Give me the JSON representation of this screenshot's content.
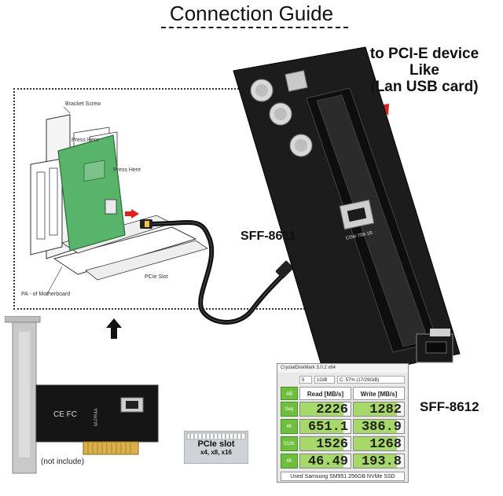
{
  "title": "Connection Guide",
  "labels": {
    "to_device_lines": [
      "to PCI-E device",
      "Like",
      "(Lan USB card)"
    ],
    "sff8611": "SFF-8611",
    "sff8612": "SFF-8612",
    "not_include": "(not include)",
    "pcie_slot": "PCIe slot",
    "pcie_lanes": "x4, x8, x16"
  },
  "illustration": {
    "bracket_screw": "Bracket Screw",
    "press_here_1": "Press Here",
    "press_here_2": "Press Here",
    "pcie_slot": "PCIe Slot",
    "motherboard": "PA - of Motherboard"
  },
  "riser": {
    "connector_marking": "C0W-708-1B"
  },
  "card": {
    "marking": "M-PR4A",
    "cert": "CE FC"
  },
  "benchmark": {
    "window_title": "CrystalDiskMark 3.0.2 x64",
    "all_button": "All",
    "count": "5",
    "size": "1GiB",
    "drive": "C: 57% (17/29GiB)",
    "read_header": "Read [MB/s]",
    "write_header": "Write [MB/s]",
    "rows": [
      {
        "label": "Seq",
        "read": "2226",
        "write": "1282"
      },
      {
        "label": "4K QD32",
        "read": "651.1",
        "write": "386.9"
      },
      {
        "label": "512K",
        "read": "1526",
        "write": "1268"
      },
      {
        "label": "4K",
        "read": "46.49",
        "write": "193.8"
      }
    ],
    "footer": "Used Samsung SM951 256GB NVMe SSD"
  },
  "colors": {
    "arrow_red": "#e0201c",
    "pcb_green": "#58b36b",
    "pcb_black": "#1c1c1c",
    "bench_green": "#6fbf3f"
  }
}
